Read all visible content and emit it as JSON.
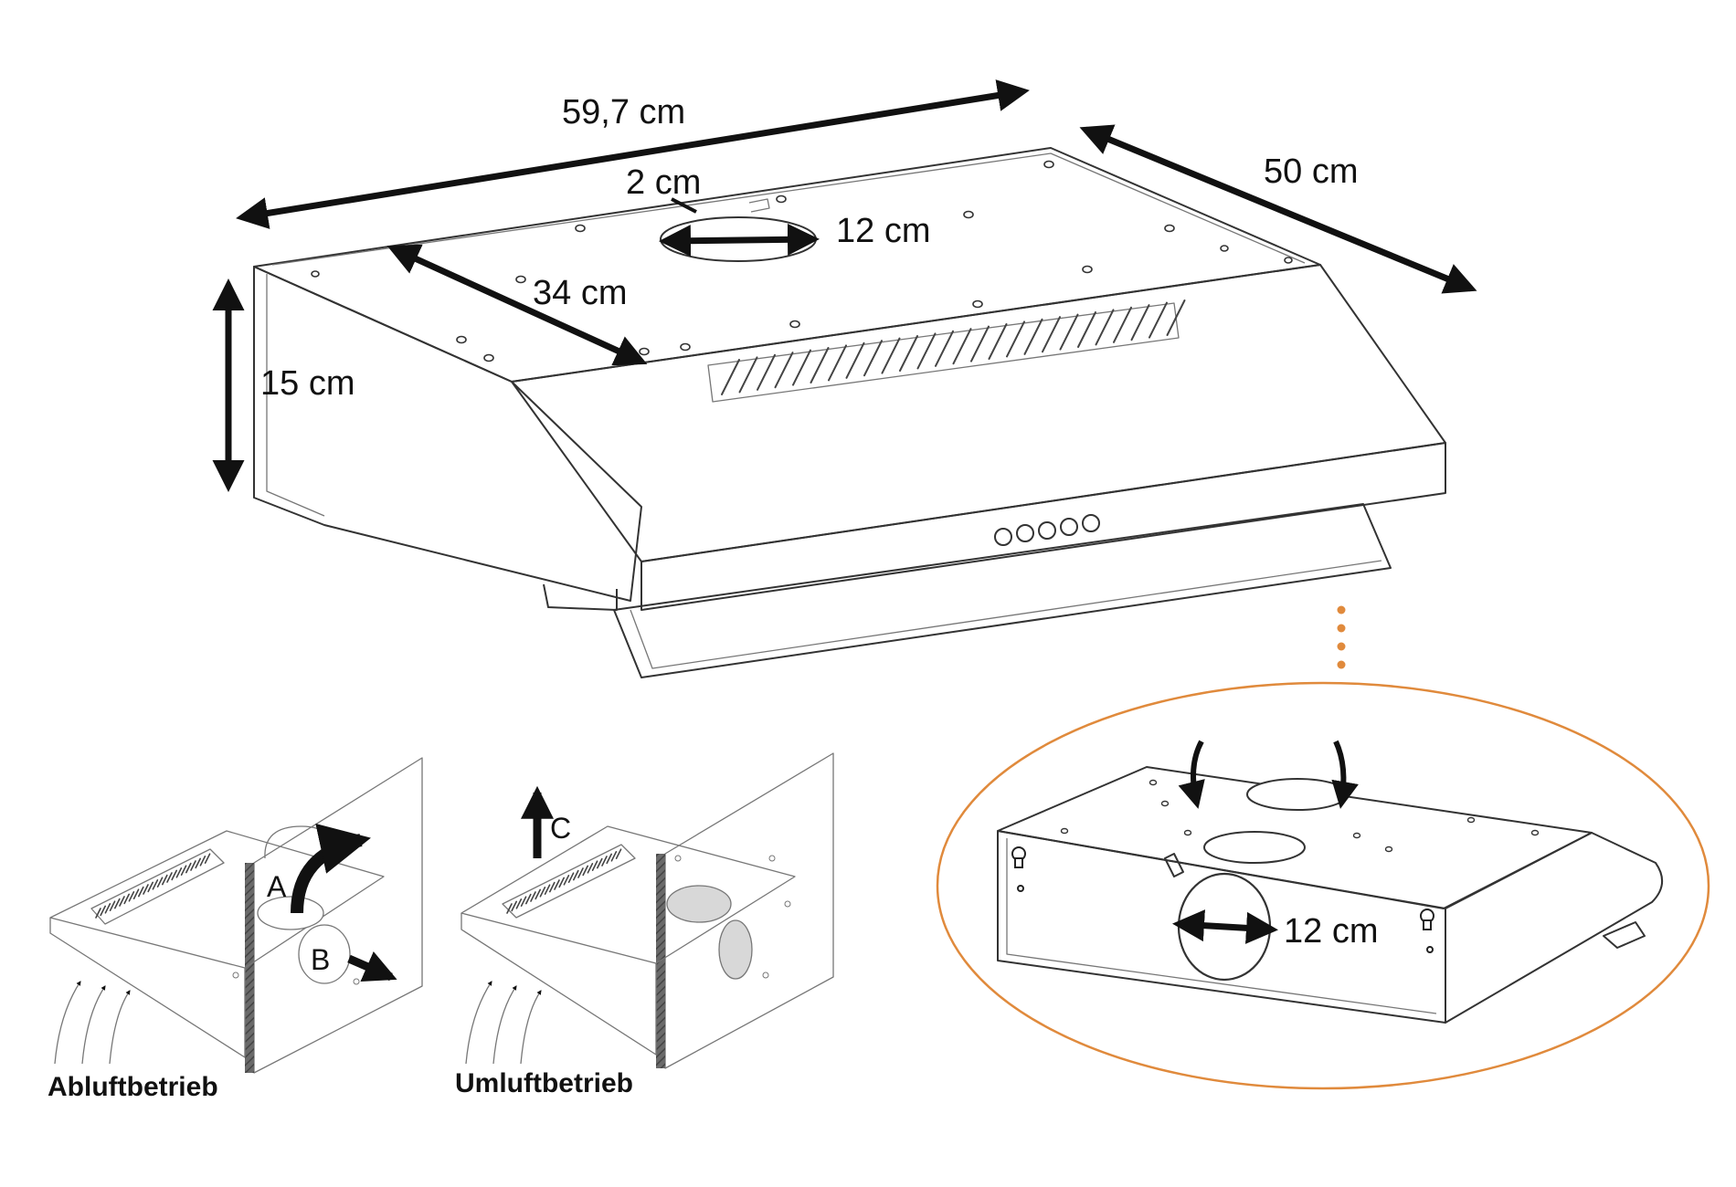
{
  "colors": {
    "accent": "#e08a3c",
    "line": "#333333",
    "arrow": "#111111",
    "wall": "#555555"
  },
  "dimensions": {
    "width": "59,7 cm",
    "depth": "50 cm",
    "height": "15 cm",
    "outlet_offset": "2 cm",
    "outlet_diameter": "12 cm",
    "outlet_to_front": "34 cm",
    "rear_outlet_diameter": "12 cm"
  },
  "modes": {
    "exhaust": {
      "caption": "Abluftbetrieb",
      "outlet_a": "A",
      "outlet_b": "B"
    },
    "recirculation": {
      "caption": "Umluftbetrieb",
      "outlet_c": "C"
    }
  }
}
